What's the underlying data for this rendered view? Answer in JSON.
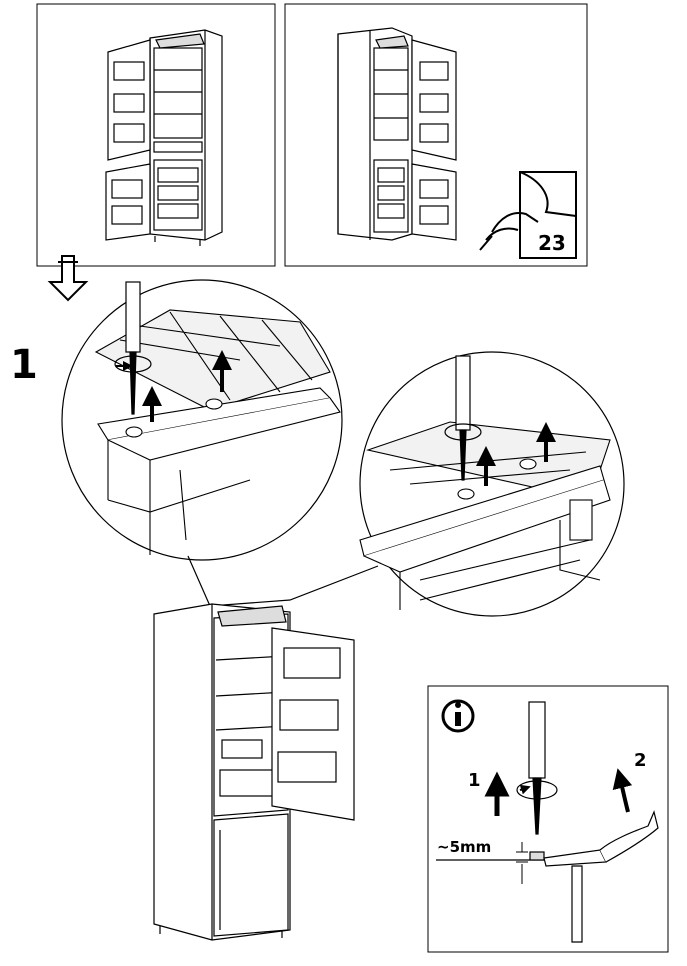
{
  "step": {
    "number": "1"
  },
  "reference": {
    "page": "23"
  },
  "info": {
    "icon": "info-icon",
    "label_1": "1",
    "label_2": "2",
    "gap": "~5mm"
  },
  "colors": {
    "line": "#000000",
    "panel": "#ffffff",
    "shade": "#e6e6e6"
  }
}
